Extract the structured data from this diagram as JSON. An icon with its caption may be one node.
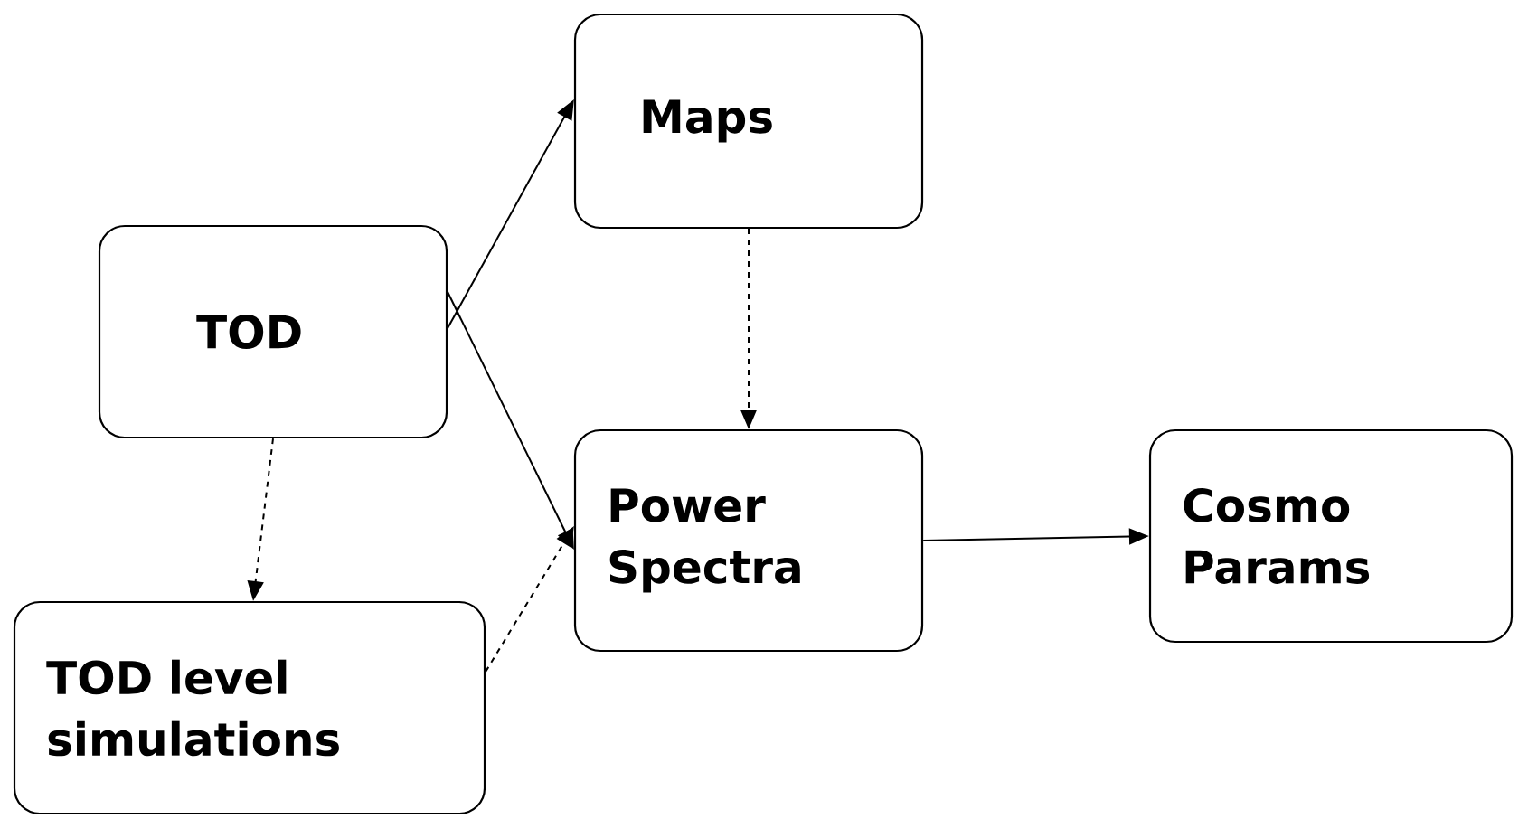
{
  "diagram": {
    "nodes": [
      {
        "text": [
          "TOD"
        ]
      },
      {
        "text": [
          "Maps"
        ]
      },
      {
        "text": [
          "Power Spectra"
        ]
      },
      {
        "text": [
          "TOD level simulations"
        ]
      },
      {
        "text": [
          "Cosmo Params"
        ]
      }
    ],
    "edges": [
      {
        "from": 0,
        "to": 1,
        "arrow": "to"
      },
      {
        "from": 0,
        "to": 2,
        "arrow": "to"
      },
      {
        "from": 1,
        "to": 2,
        "arrow": "to",
        "style": "dashed"
      },
      {
        "from": 0,
        "to": 3,
        "arrow": "to",
        "style": "dashed"
      },
      {
        "from": 3,
        "to": 2,
        "arrow": "to",
        "style": "dashed"
      },
      {
        "from": 2,
        "to": 4,
        "arrow": "to"
      }
    ]
  }
}
